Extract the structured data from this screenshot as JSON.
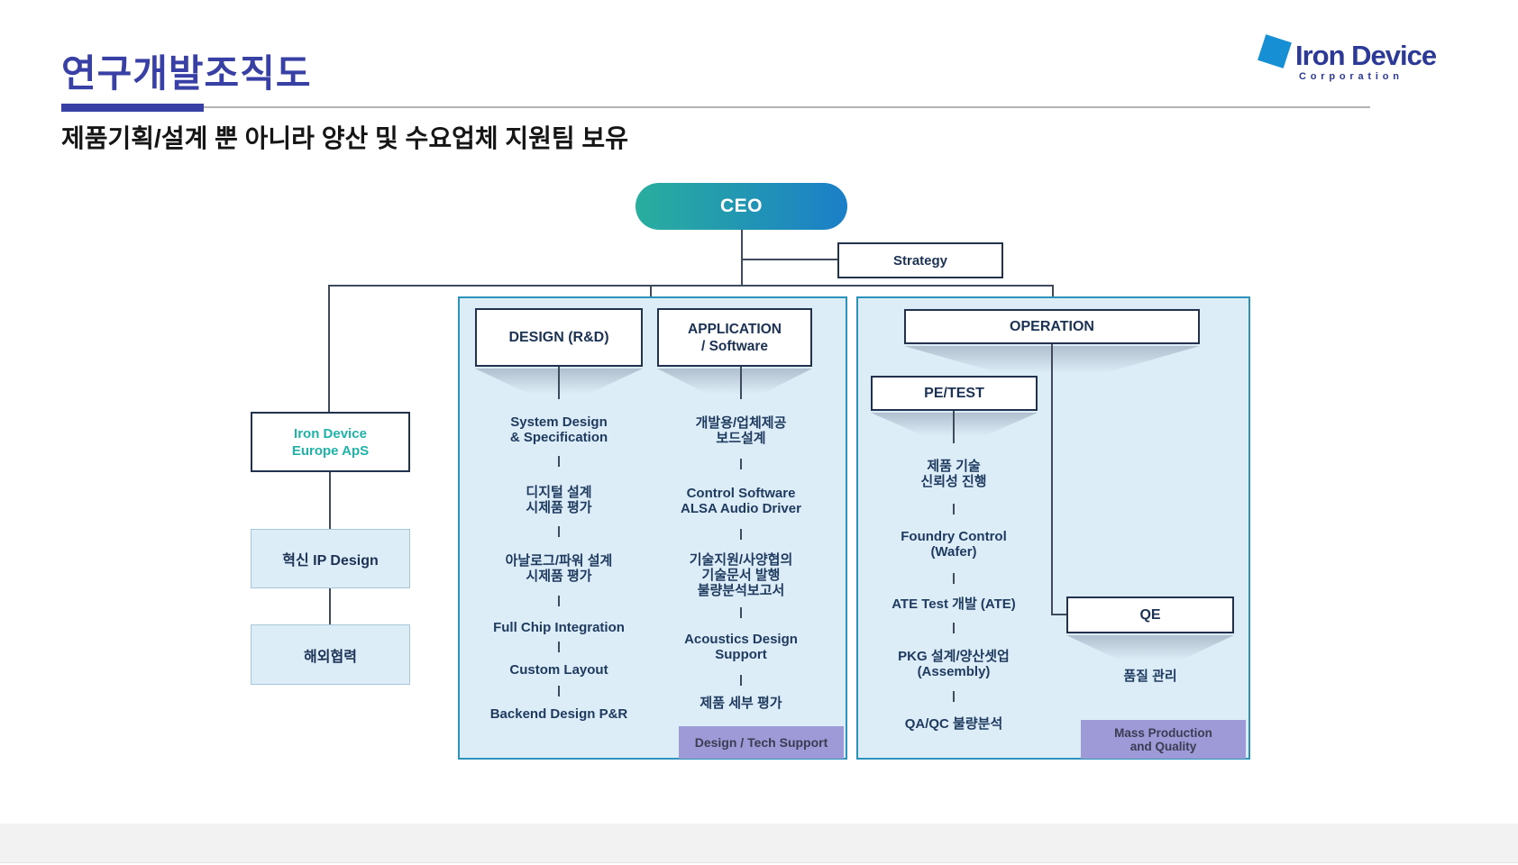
{
  "header": {
    "title": "연구개발조직도",
    "subtitle": "제품기획/설계 뿐 아니라 양산 및 수요업체 지원팀 보유",
    "logo": {
      "name": "Iron Device",
      "subname": "Corporation"
    }
  },
  "colors": {
    "title_blue": "#3940a5",
    "ceo_gradient_start": "#29ae9e",
    "ceo_gradient_end": "#1b7fc8",
    "panel_bg": "#ddedf7",
    "panel_border": "#2e93bb",
    "box_border": "#22314d",
    "item_text_navy": "#1e3a5f",
    "europe_teal_text": "#1fb3a8",
    "purple_tag_bg": "#9e9ad7",
    "logo_navy": "#2c3996",
    "logo_mark_blue": "#168fd4",
    "connector_line": "#3f4a5c",
    "footer_band": "#f2f2f2"
  },
  "org": {
    "ceo": "CEO",
    "strategy": "Strategy",
    "left_branch": {
      "europe": [
        "Iron Device",
        "Europe ApS"
      ],
      "ip_design": [
        "혁신 IP Design"
      ],
      "overseas": [
        "해외협력"
      ]
    },
    "design_panel": {
      "design": {
        "title": [
          "DESIGN (R&D)"
        ],
        "items": [
          [
            "System Design",
            "& Specification"
          ],
          [
            "디지털 설계",
            "시제품 평가"
          ],
          [
            "아날로그/파워 설계",
            "시제품 평가"
          ],
          [
            "Full Chip Integration"
          ],
          [
            "Custom Layout"
          ],
          [
            "Backend Design P&R"
          ]
        ]
      },
      "application": {
        "title": [
          "APPLICATION",
          "/ Software"
        ],
        "items": [
          [
            "개발용/업체제공",
            "보드설계"
          ],
          [
            "Control Software",
            "ALSA Audio Driver"
          ],
          [
            "기술지원/사양협의",
            "기술문서 발행",
            "불량분석보고서"
          ],
          [
            "Acoustics Design",
            "Support"
          ],
          [
            "제품 세부 평가"
          ]
        ]
      },
      "tag": [
        "Design / Tech Support"
      ]
    },
    "operation_panel": {
      "operation": {
        "title": [
          "OPERATION"
        ]
      },
      "pe_test": {
        "title": [
          "PE/TEST"
        ],
        "items": [
          [
            "제품 기술",
            "신뢰성 진행"
          ],
          [
            "Foundry Control",
            "(Wafer)"
          ],
          [
            "ATE Test 개발 (ATE)"
          ],
          [
            "PKG 설계/양산셋업",
            "(Assembly)"
          ],
          [
            "QA/QC 불량분석"
          ]
        ]
      },
      "qe": {
        "title": [
          "QE"
        ],
        "items": [
          [
            "품질 관리"
          ]
        ]
      },
      "tag": [
        "Mass Production",
        "and Quality"
      ]
    }
  }
}
